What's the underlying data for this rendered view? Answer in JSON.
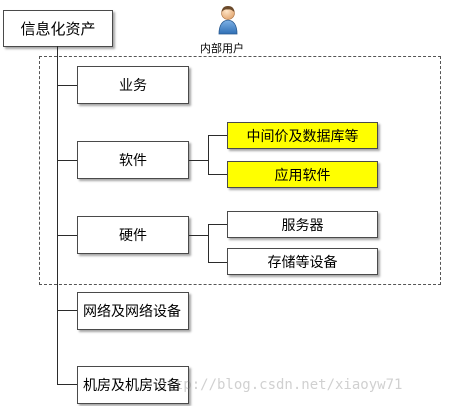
{
  "root": {
    "label": "信息化资产"
  },
  "user": {
    "label": "内部用户",
    "icon": "user-icon"
  },
  "nodes": {
    "business": "业务",
    "software": "软件",
    "middleware": "中间价及数据库等",
    "app_software": "应用软件",
    "hardware": "硬件",
    "server": "服务器",
    "storage": "存储等设备",
    "network": "网络及网络设备",
    "datacenter": "机房及机房设备"
  },
  "watermark": "http://blog.csdn.net/xiaoyw71",
  "colors": {
    "highlight": "#ffff00",
    "border": "#4a4a4a",
    "line": "#2b2b2b"
  }
}
